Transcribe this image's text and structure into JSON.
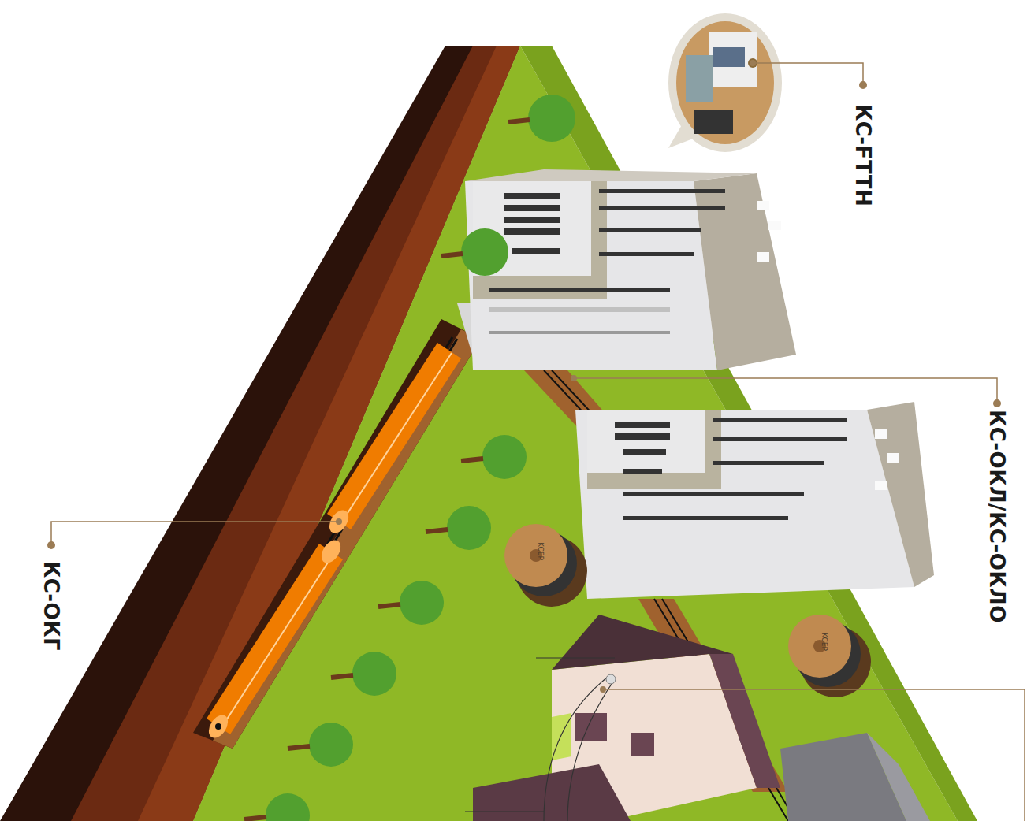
{
  "diagram": {
    "labels": [
      "КС-FTTH",
      "КС-ОКЛ/КС-ОКЛО",
      "КС-ОКГ",
      "KCEP",
      "KCEP"
    ]
  }
}
